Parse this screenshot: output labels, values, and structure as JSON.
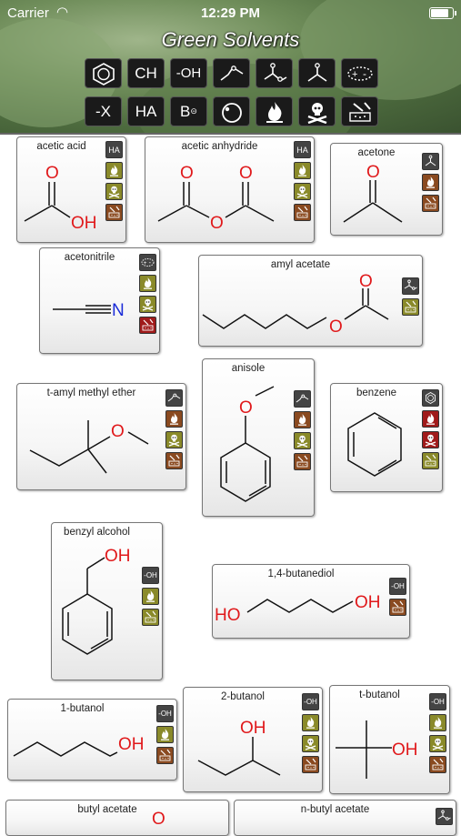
{
  "status_bar": {
    "carrier": "Carrier",
    "time": "12:29 PM",
    "battery_level": 0.9
  },
  "app": {
    "title": "Green Solvents"
  },
  "filters": {
    "row1": [
      {
        "icon": "benzene-ring-icon",
        "label": ""
      },
      {
        "icon": "ch-icon",
        "label": "CH"
      },
      {
        "icon": "oh-icon",
        "label": "-OH"
      },
      {
        "icon": "ether-icon",
        "label": ""
      },
      {
        "icon": "ester-icon",
        "label": ""
      },
      {
        "icon": "ketone-icon",
        "label": ""
      },
      {
        "icon": "polar-icon",
        "label": ""
      }
    ],
    "row2": [
      {
        "icon": "halide-icon",
        "label": "-X"
      },
      {
        "icon": "acid-icon",
        "label": "HA"
      },
      {
        "icon": "base-icon",
        "label": "B"
      },
      {
        "icon": "oxidizer-icon",
        "label": ""
      },
      {
        "icon": "flammable-icon",
        "label": ""
      },
      {
        "icon": "toxic-icon",
        "label": ""
      },
      {
        "icon": "corrosive-icon",
        "label": ""
      }
    ]
  },
  "solvents": [
    {
      "name": "acetic acid",
      "icons": [
        "HA",
        "flammable",
        "toxic",
        "corrosive"
      ]
    },
    {
      "name": "acetic anhydride",
      "icons": [
        "HA",
        "flammable",
        "toxic",
        "corrosive"
      ]
    },
    {
      "name": "acetone",
      "icons": [
        "ketone",
        "flammable",
        "corrosive"
      ]
    },
    {
      "name": "acetonitrile",
      "icons": [
        "polar",
        "flammable",
        "toxic",
        "corrosive"
      ]
    },
    {
      "name": "amyl acetate",
      "icons": [
        "ester",
        "corrosive"
      ]
    },
    {
      "name": "t-amyl methyl ether",
      "icons": [
        "ether",
        "flammable",
        "toxic",
        "corrosive"
      ]
    },
    {
      "name": "anisole",
      "icons": [
        "ether",
        "flammable",
        "toxic",
        "corrosive"
      ]
    },
    {
      "name": "benzene",
      "icons": [
        "benzene",
        "flammable",
        "toxic",
        "corrosive"
      ]
    },
    {
      "name": "benzyl alcohol",
      "icons": [
        "-OH",
        "flammable",
        "corrosive"
      ]
    },
    {
      "name": "1,4-butanediol",
      "icons": [
        "-OH",
        "corrosive"
      ]
    },
    {
      "name": "1-butanol",
      "icons": [
        "-OH",
        "flammable",
        "corrosive"
      ]
    },
    {
      "name": "2-butanol",
      "icons": [
        "-OH",
        "flammable",
        "corrosive"
      ]
    },
    {
      "name": "t-butanol",
      "icons": [
        "-OH",
        "flammable",
        "toxic",
        "corrosive"
      ]
    },
    {
      "name": "butyl acetate",
      "icons": []
    },
    {
      "name": "n-butyl acetate",
      "icons": []
    }
  ],
  "atom_labels": {
    "O": "O",
    "OH": "OH",
    "HO": "HO",
    "N": "N"
  },
  "colors": {
    "oxygen": "#e0191b",
    "nitrogen": "#1a2bd8",
    "bond": "#111111",
    "hazard_yellow": "#8a8a2a",
    "hazard_brown": "#8a4a20",
    "hazard_red": "#a01a1a"
  }
}
